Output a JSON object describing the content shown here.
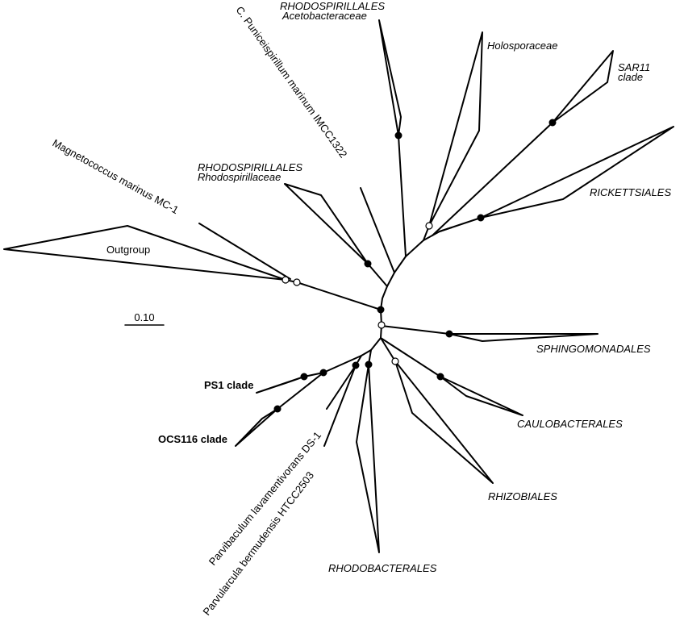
{
  "scale_bar": {
    "label": "0.10"
  },
  "labels": {
    "outgroup": "Outgroup",
    "magnetococcus": "Magnetococcus marinus MC-1",
    "puniceispirillum": "C. Puniceispirillum marinum IMCC1322",
    "rhodospirillaceae_order": "RHODOSPIRILLALES",
    "rhodospirillaceae_family": "Rhodospirillaceae",
    "acetobacteraceae_order": "RHODOSPIRILLALES",
    "acetobacteraceae_family": "Acetobacteraceae",
    "holosporaceae": "Holosporaceae",
    "sar11_line1": "SAR11",
    "sar11_line2": "clade",
    "rickettsiales": "RICKETTSIALES",
    "sphingomonadales": "SPHINGOMONADALES",
    "caulobacterales": "CAULOBACTERALES",
    "rhizobiales": "RHIZOBIALES",
    "rhodobacterales": "RHODOBACTERALES",
    "parvibaculum": "Parvibaculum lavamentivorans DS-1",
    "parvularcula": "Parvularcula bermudensis HTCC2503",
    "ps1": "PS1 clade",
    "ocs116": "OCS116 clade"
  }
}
